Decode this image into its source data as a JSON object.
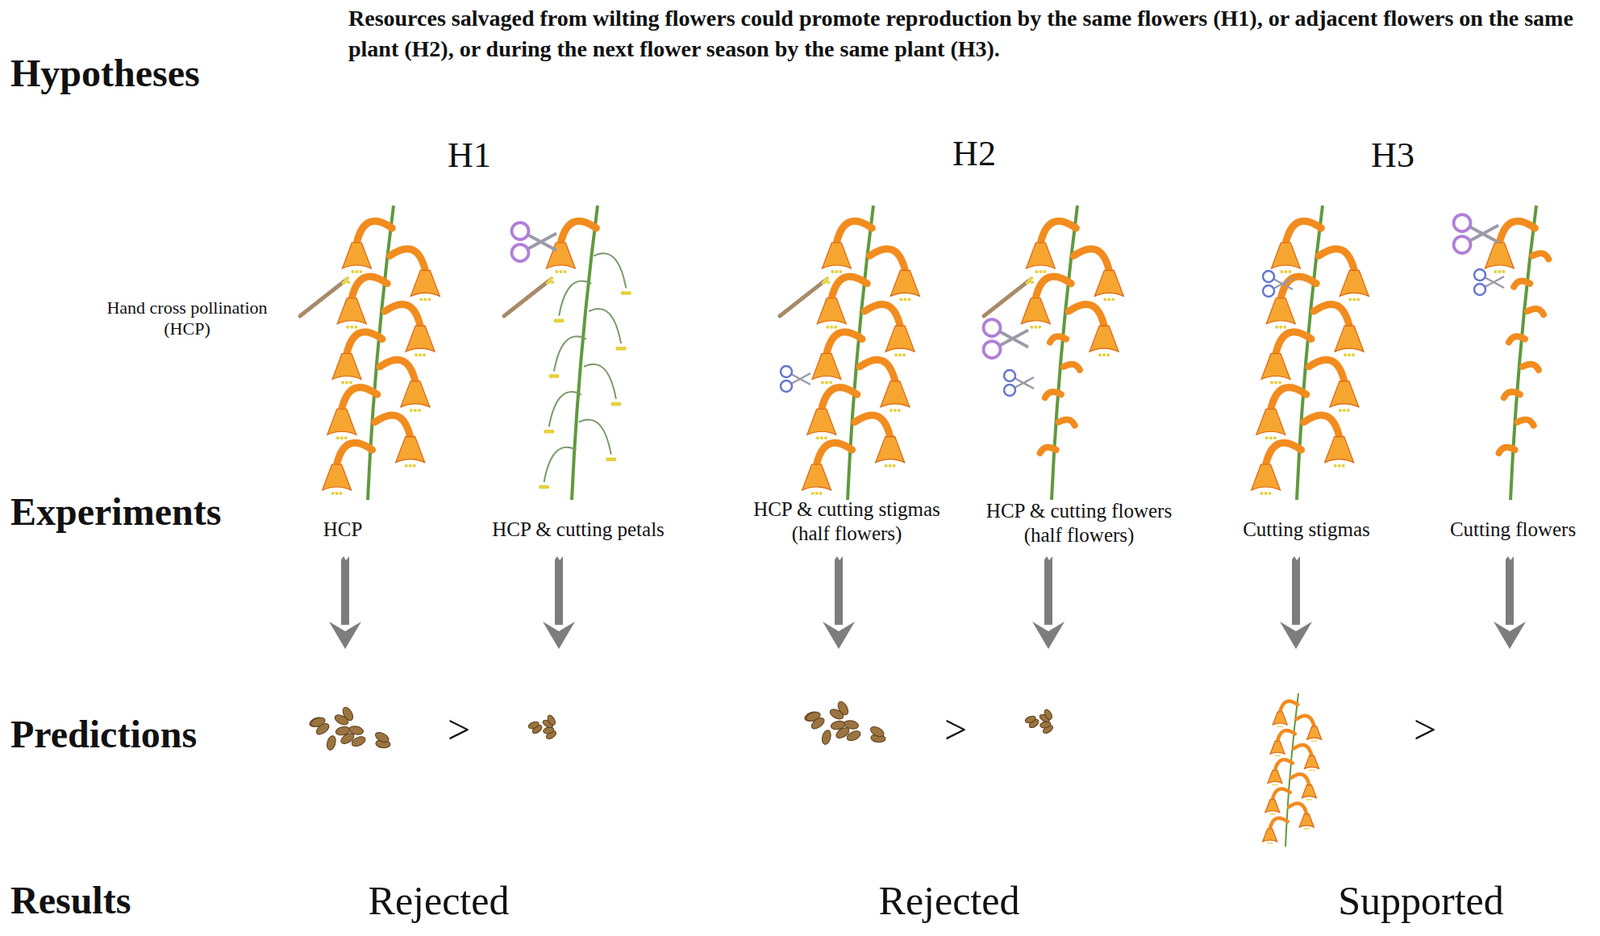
{
  "diagram": {
    "labels": [
      "Hypotheses",
      "Resources salvaged from wilting flowers could promote reproduction by the same flowers (H1), or adjacent flowers on the same plant (H2), or during the next flower season by the same plant (H3).",
      "H1",
      "H2",
      "H3",
      "Hand cross pollination (HCP)",
      "Experiments",
      "HCP",
      "HCP & cutting petals",
      "HCP & cutting stigmas (half flowers)",
      "HCP & cutting flowers (half flowers)",
      "Cutting stigmas",
      "Cutting flowers",
      "Predictions",
      ">",
      ">",
      ">",
      "Results",
      "Rejected",
      "Rejected",
      "Supported"
    ]
  }
}
